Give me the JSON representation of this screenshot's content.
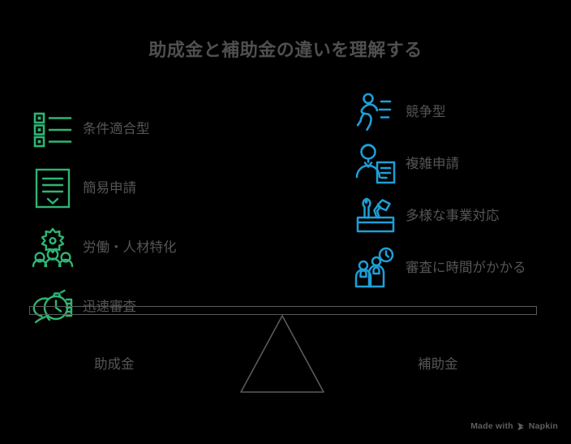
{
  "title": "助成金と補助金の違いを理解する",
  "colors": {
    "background": "#000000",
    "left_accent": "#2eb573",
    "right_accent": "#1e9fd8",
    "text": "#555555",
    "title_text": "#4f4f4f",
    "outline": "#5a5a5a"
  },
  "left_column": {
    "base_label": "助成金",
    "items": [
      {
        "label": "条件適合型",
        "icon": "checklist-icon"
      },
      {
        "label": "簡易申請",
        "icon": "document-check-icon"
      },
      {
        "label": "労働・人材特化",
        "icon": "people-gear-icon"
      },
      {
        "label": "迅速審査",
        "icon": "hand-stopwatch-icon"
      }
    ]
  },
  "right_column": {
    "base_label": "補助金",
    "items": [
      {
        "label": "競争型",
        "icon": "running-person-icon"
      },
      {
        "label": "複雑申請",
        "icon": "person-document-icon"
      },
      {
        "label": "多様な事業対応",
        "icon": "toolbox-icon"
      },
      {
        "label": "審査に時間がかかる",
        "icon": "people-clock-icon"
      }
    ]
  },
  "watermark": {
    "prefix": "Made with",
    "brand": "Napkin"
  }
}
